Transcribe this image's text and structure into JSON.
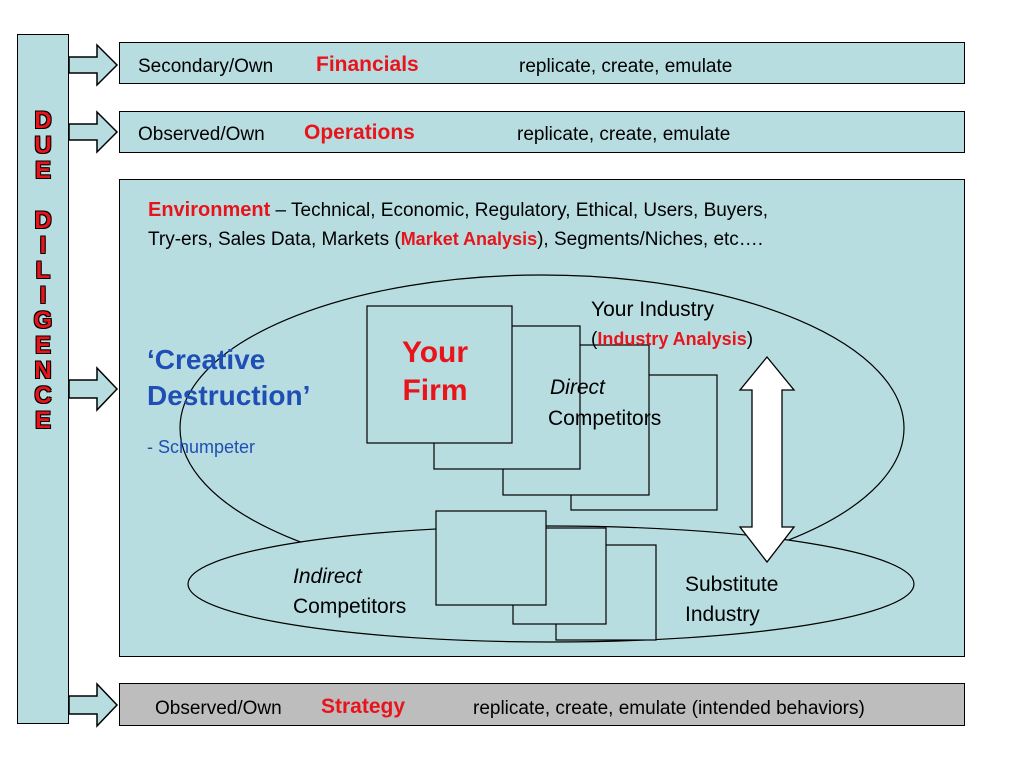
{
  "due_diligence": {
    "letters": [
      "D",
      "U",
      "E",
      " ",
      "D",
      "I",
      "L",
      "I",
      "G",
      "E",
      "N",
      "C",
      "E"
    ]
  },
  "rows": {
    "financials": {
      "prefix": "Secondary/Own",
      "keyword": "Financials",
      "suffix": "replicate, create, emulate"
    },
    "operations": {
      "prefix": "Observed/Own",
      "keyword": "Operations",
      "suffix": "replicate, create, emulate"
    },
    "strategy": {
      "prefix": "Observed/Own",
      "keyword": "Strategy",
      "suffix": "replicate, create, emulate (intended behaviors)"
    }
  },
  "environment": {
    "keyword": "Environment",
    "line1_rest": " – Technical, Economic, Regulatory, Ethical, Users, Buyers,",
    "line2_prefix": "Try-ers, Sales Data, Markets (",
    "market_analysis": "Market Analysis",
    "line2_suffix": "), Segments/Niches, etc…."
  },
  "creative_destruction": {
    "line1": "‘Creative",
    "line2": "Destruction’",
    "author": "- Schumpeter"
  },
  "your_firm": {
    "line1": "Your",
    "line2": "Firm"
  },
  "your_industry": {
    "label": "Your Industry",
    "open": "(",
    "analysis": "Industry Analysis",
    "close": ")"
  },
  "direct_competitors": {
    "italic": "Direct",
    "rest": "Competitors"
  },
  "indirect_competitors": {
    "italic": "Indirect",
    "rest": "Competitors"
  },
  "substitute_industry": {
    "line1": "Substitute",
    "line2": "Industry"
  },
  "colors": {
    "panel": "#b8dde0",
    "accent_red": "#e8141c",
    "accent_blue": "#1f4fb5",
    "strategy_bar": "#bdbdbd"
  }
}
